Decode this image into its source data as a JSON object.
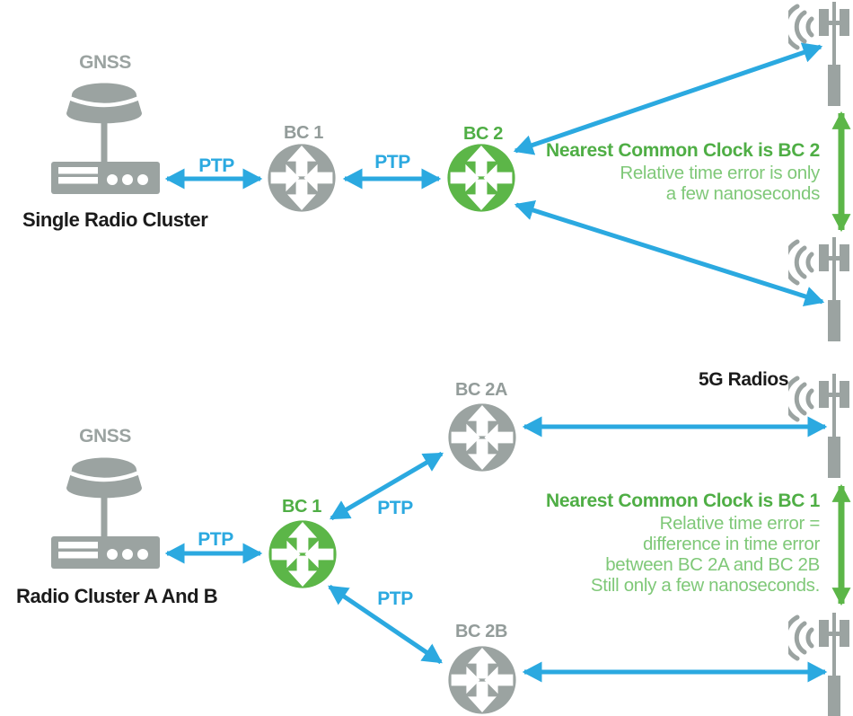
{
  "colors": {
    "link_blue": "#2BA9E0",
    "clock_green": "#5CB648",
    "note_heading_green": "#4FAE45",
    "note_body_green": "#7FC878",
    "icon_gray": "#9BA3A1",
    "label_gray": "#939C9A",
    "caption_black": "#1B1B1B"
  },
  "top": {
    "gnss_label": "GNSS",
    "cluster_label": "Single Radio Cluster",
    "ptp_left": "PTP",
    "ptp_right": "PTP",
    "bc1_label": "BC 1",
    "bc2_label": "BC 2",
    "note_heading": "Nearest Common Clock is BC 2",
    "note_lines": [
      "Relative time error is only",
      "a few nanoseconds"
    ]
  },
  "bottom": {
    "gnss_label": "GNSS",
    "cluster_label": "Radio Cluster A And B",
    "ptp_left": "PTP",
    "ptp_upper": "PTP",
    "ptp_lower": "PTP",
    "bc1_label": "BC 1",
    "bc2a_label": "BC 2A",
    "bc2b_label": "BC 2B",
    "radios_label": "5G Radios",
    "note_heading": "Nearest Common Clock is BC 1",
    "note_lines": [
      "Relative time error =",
      "difference in time error",
      "between BC 2A and BC 2B",
      "Still only a few nanoseconds."
    ]
  }
}
